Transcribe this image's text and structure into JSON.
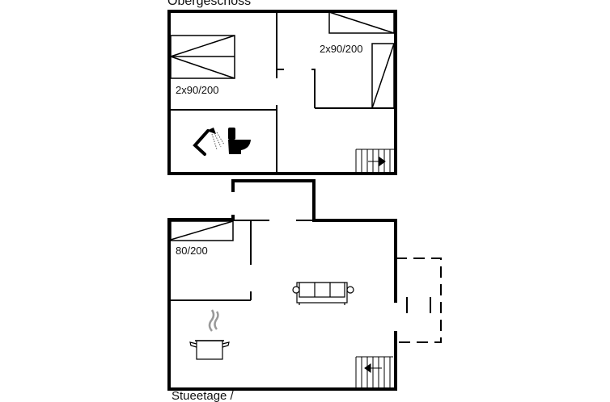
{
  "upper_floor": {
    "title": "Obergeschoss",
    "bed_left_label": "2x90/200",
    "bed_right_label": "2x90/200",
    "icons": [
      "shower-icon",
      "toilet-icon",
      "stairs-icon"
    ]
  },
  "ground_floor": {
    "title": "Stueetage /",
    "bed_label": "80/200",
    "icons": [
      "sofa-icon",
      "cooking-pot-icon",
      "stairs-icon"
    ]
  }
}
